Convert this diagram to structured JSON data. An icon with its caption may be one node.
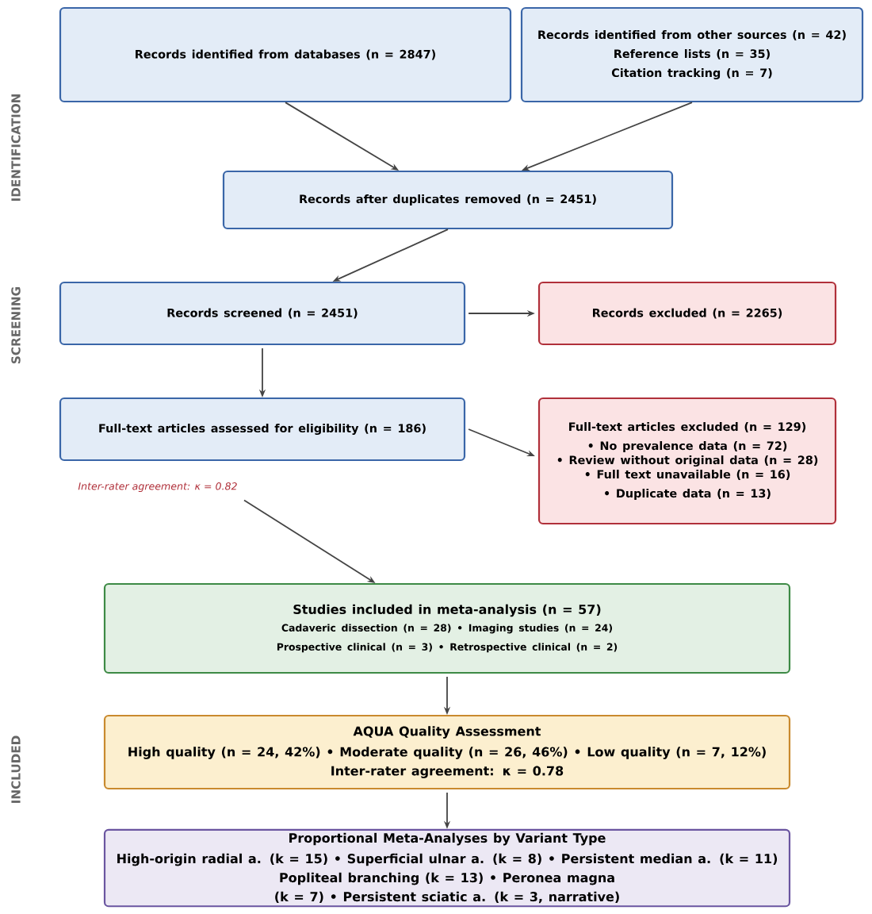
{
  "diagram": {
    "nodes": [
      {
        "text": [
          "Records identified from databases (n = 2847)"
        ]
      },
      {
        "text": [
          "Records identified from other sources (n = 42)",
          "Reference lists (n = 35)",
          "Citation tracking (n = 7)"
        ]
      },
      {
        "text": [
          "Records after duplicates removed (n = 2451)"
        ]
      },
      {
        "text": [
          "Records screened (n = 2451)"
        ]
      },
      {
        "text": [
          "Records excluded (n = 2265)"
        ]
      },
      {
        "text": [
          "Full-text articles assessed for eligibility (n = 186)"
        ]
      },
      {
        "text": [
          "Full-text articles excluded (n = 129)",
          "• No prevalence data (n = 72)",
          "• Review without original data (n = 28)",
          "• Full text unavailable (n = 16)",
          "• Duplicate data (n = 13)"
        ]
      },
      {
        "text": [
          "Inter-rater agreement: κ = 0.82"
        ]
      },
      {
        "text": [
          "Studies included in meta-analysis (n = 57)",
          "Cadaveric dissection (n = 28)   •   Imaging studies (n = 24)",
          "Prospective clinical (n = 3)   •   Retrospective clinical (n = 2)"
        ]
      },
      {
        "text": [
          "AQUA Quality Assessment",
          "High quality (n = 24, 42%)   •   Moderate quality (n = 26, 46%)   •   Low quality (n = 7, 12%)",
          "Inter-rater agreement: κ = 0.78"
        ]
      },
      {
        "text": [
          "Proportional Meta-Analyses by Variant Type",
          "High-origin radial a. (k = 15)   •   Superficial ulnar a. (k = 8)   •   Persistent median a. (k = 11)",
          "Popliteal branching (k = 13)   •   Peronea magna (k = 7)   •   Persistent sciatic a. (k = 3, narrative)"
        ]
      }
    ],
    "edges": [
      {
        "from": 0,
        "to": 2,
        "arrow": "to"
      },
      {
        "from": 1,
        "to": 2,
        "arrow": "to"
      },
      {
        "from": 2,
        "to": 3,
        "arrow": "to"
      },
      {
        "from": 3,
        "to": 4,
        "arrow": "to"
      },
      {
        "from": 3,
        "to": 5,
        "arrow": "to"
      },
      {
        "from": 5,
        "to": 6,
        "arrow": "to"
      },
      {
        "from": 7,
        "to": 8,
        "arrow": "to"
      },
      {
        "from": 8,
        "to": 9,
        "arrow": "to"
      },
      {
        "from": 9,
        "to": 10,
        "arrow": "to"
      }
    ],
    "labels": [
      "IDENTIFICATION",
      "SCREENING",
      "INCLUDED"
    ]
  }
}
